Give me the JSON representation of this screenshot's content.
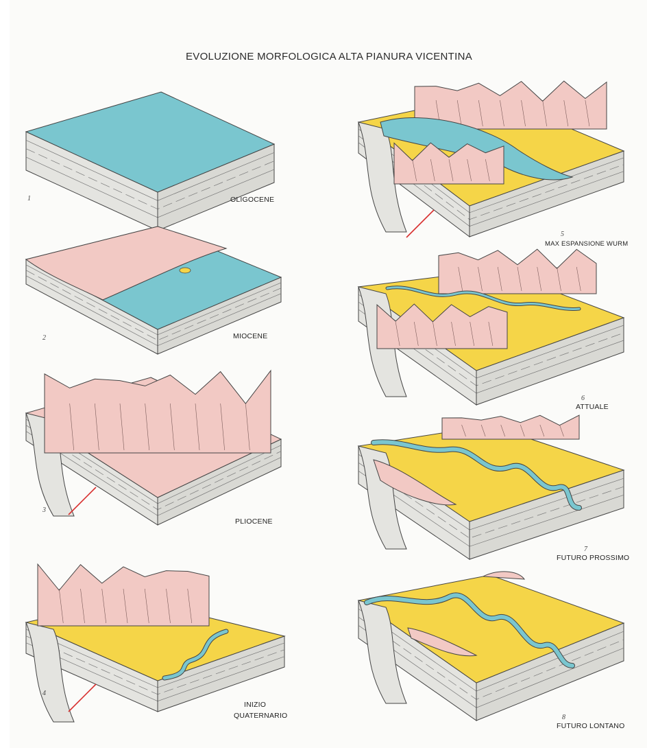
{
  "title": "EVOLUZIONE MORFOLOGICA ALTA PIANURA VICENTINA",
  "colors": {
    "water": "#7ac6cf",
    "land": "#f2c9c4",
    "plain": "#f5d548",
    "rock": "#e4e4e0",
    "fault": "#d8302f",
    "line": "#444444"
  },
  "stages": [
    {
      "number": "1",
      "label": "OLIGOCENE",
      "type": "sea"
    },
    {
      "number": "2",
      "label": "MIOCENE",
      "type": "coast"
    },
    {
      "number": "3",
      "label": "PLIOCENE",
      "type": "mountains"
    },
    {
      "number": "4",
      "label": "INIZIO",
      "label2": "QUATERNARIO",
      "type": "early-plain"
    },
    {
      "number": "5",
      "label": "MAX ESPANSIONE WURM",
      "type": "glacial-lake"
    },
    {
      "number": "6",
      "label": "ATTUALE",
      "type": "present"
    },
    {
      "number": "7",
      "label": "FUTURO PROSSIMO",
      "type": "near-future"
    },
    {
      "number": "8",
      "label": "FUTURO LONTANO",
      "type": "far-future"
    }
  ]
}
